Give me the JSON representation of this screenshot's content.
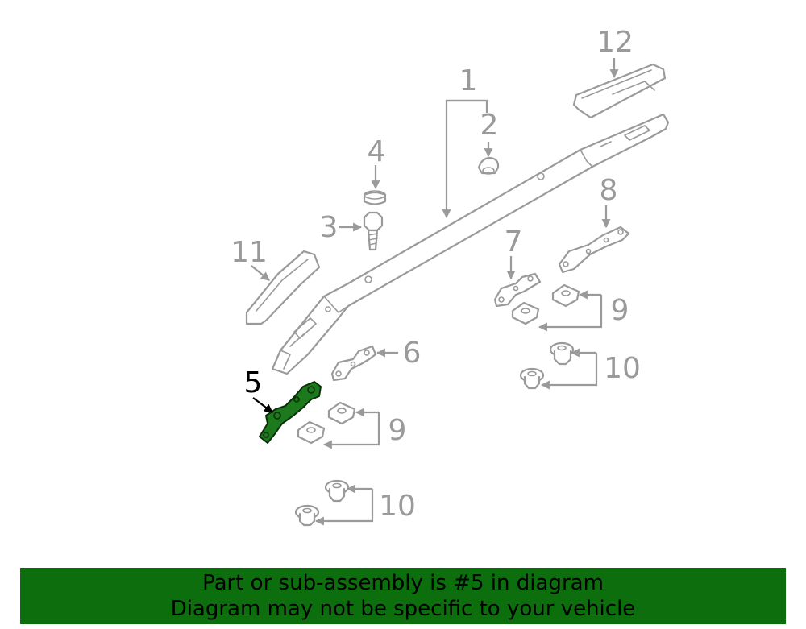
{
  "diagram": {
    "callouts": {
      "c1": "1",
      "c2": "2",
      "c3": "3",
      "c4": "4",
      "c5": "5",
      "c6": "6",
      "c7": "7",
      "c8": "8",
      "c9a": "9",
      "c9b": "9",
      "c10a": "10",
      "c10b": "10",
      "c11": "11",
      "c12": "12"
    },
    "highlighted_part": "5",
    "colors": {
      "part_lines": "#9a9a9a",
      "highlight_fill": "#1c7a1c",
      "banner_background": "#0d6e0d"
    }
  },
  "banner": {
    "line1": "Part or sub-assembly is #5 in diagram",
    "line2": "Diagram may not be specific to your vehicle"
  }
}
